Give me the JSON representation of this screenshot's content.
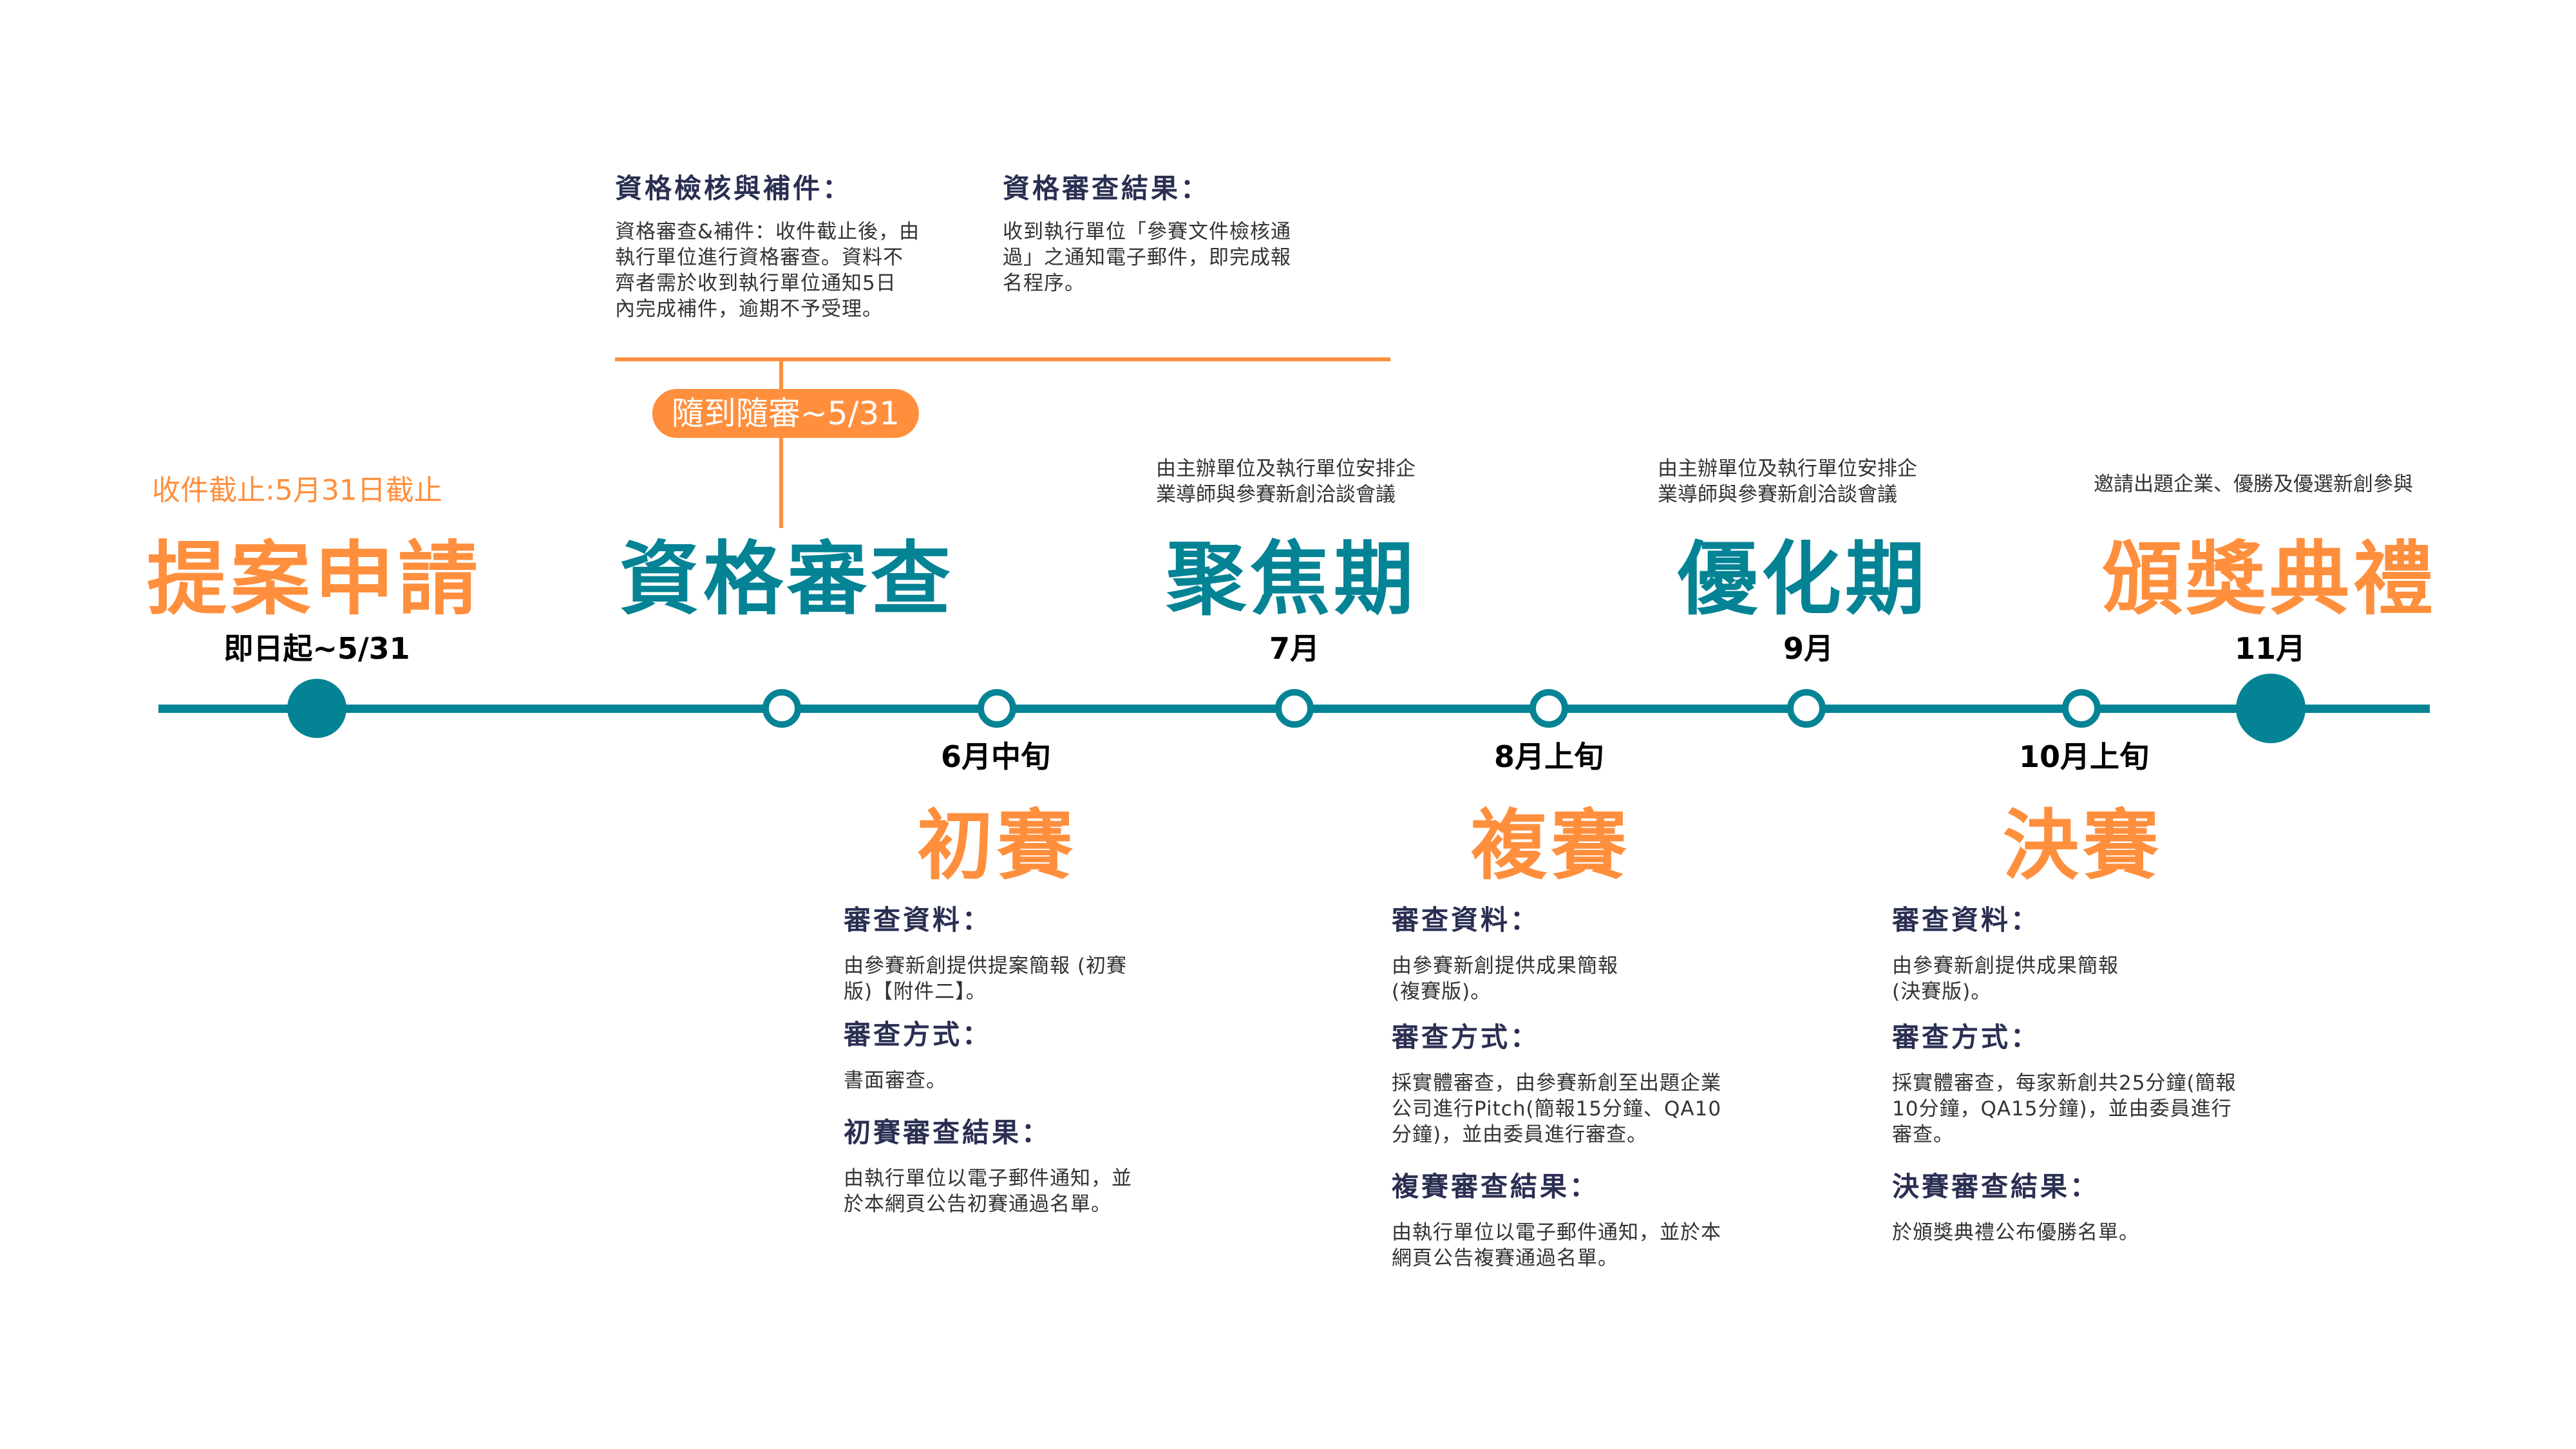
{
  "colors": {
    "teal": "#048395",
    "orange": "#FF8F3D",
    "navy": "#2A2F52"
  },
  "top_notes": {
    "qualification_check": {
      "heading": "資格檢核與補件：",
      "lines": [
        "資格審查&補件：收件截止後，由",
        "執行單位進行資格審查。資料不",
        "齊者需於收到執行單位通知5日",
        "內完成補件，逾期不予受理。"
      ]
    },
    "qualification_result": {
      "heading": "資格審查結果：",
      "lines": [
        "收到執行單位「參賽文件檢核通",
        "過」之通知電子郵件，即完成報",
        "名程序。"
      ]
    },
    "pill_label": "隨到隨審~5/31"
  },
  "stages_top": [
    {
      "title": "提案申請",
      "date": "即日起~5/31",
      "note": [
        "收件截止:5月31日截止"
      ],
      "color": "orange",
      "node": "filled"
    },
    {
      "title": "資格審查",
      "date": "",
      "note": [],
      "color": "teal",
      "node": "hollow"
    },
    {
      "title": "聚焦期",
      "date": "7月",
      "note": [
        "由主辦單位及執行單位安排企",
        "業導師與參賽新創洽談會議"
      ],
      "color": "teal",
      "node": "hollow"
    },
    {
      "title": "優化期",
      "date": "9月",
      "note": [
        "由主辦單位及執行單位安排企",
        "業導師與參賽新創洽談會議"
      ],
      "color": "teal",
      "node": "hollow"
    },
    {
      "title": "頒獎典禮",
      "date": "11月",
      "note": [
        "邀請出題企業、優勝及優選新創參與"
      ],
      "color": "orange",
      "node": "filled"
    }
  ],
  "stages_bottom": [
    {
      "title": "初賽",
      "date": "6月中旬",
      "sections": [
        {
          "heading": "審查資料：",
          "lines": [
            "由參賽新創提供提案簡報 (初賽",
            "版)【附件二】。"
          ]
        },
        {
          "heading": "審查方式：",
          "lines": [
            "書面審查。"
          ]
        },
        {
          "heading": "初賽審查結果：",
          "lines": [
            "由執行單位以電子郵件通知，並",
            "於本網頁公告初賽通過名單。"
          ]
        }
      ]
    },
    {
      "title": "複賽",
      "date": "8月上旬",
      "sections": [
        {
          "heading": "審查資料：",
          "lines": [
            "由參賽新創提供成果簡報",
            "(複賽版)。"
          ]
        },
        {
          "heading": "審查方式：",
          "lines": [
            "採實體審查，由參賽新創至出題企業",
            "公司進行Pitch(簡報15分鐘、QA10",
            "分鐘)，並由委員進行審查。"
          ]
        },
        {
          "heading": "複賽審查結果：",
          "lines": [
            "由執行單位以電子郵件通知，並於本",
            "網頁公告複賽通過名單。"
          ]
        }
      ]
    },
    {
      "title": "決賽",
      "date": "10月上旬",
      "sections": [
        {
          "heading": "審查資料：",
          "lines": [
            "由參賽新創提供成果簡報",
            "(決賽版)。"
          ]
        },
        {
          "heading": "審查方式：",
          "lines": [
            "採實體審查，每家新創共25分鐘(簡報",
            "10分鐘，QA15分鐘)，並由委員進行",
            "審查。"
          ]
        },
        {
          "heading": "決賽審查結果：",
          "lines": [
            "於頒獎典禮公布優勝名單。"
          ]
        }
      ]
    }
  ]
}
